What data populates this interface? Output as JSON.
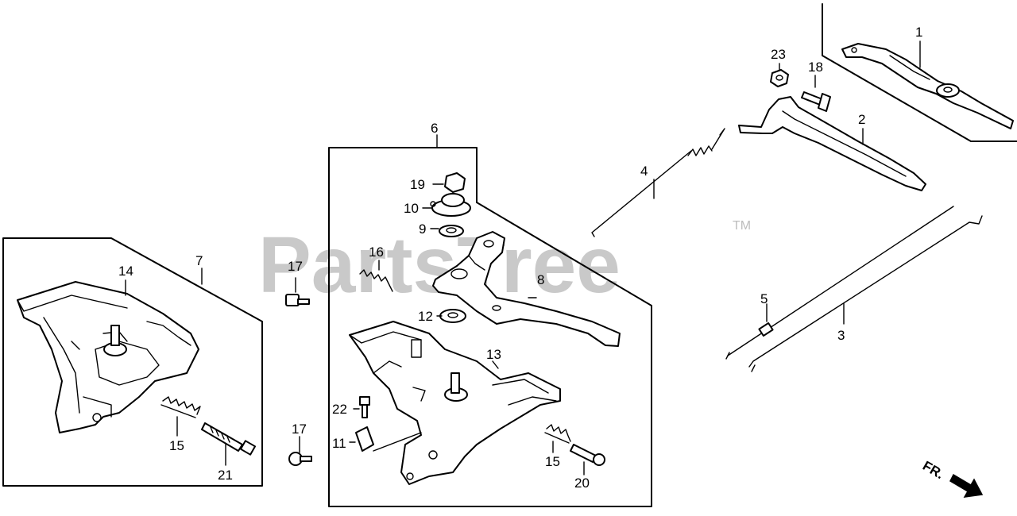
{
  "watermark": {
    "text": "PartsTree",
    "trademark": "TM"
  },
  "direction_marker": {
    "label": "FR.",
    "icon": "arrow-icon"
  },
  "callouts": {
    "c1": "1",
    "c2": "2",
    "c3": "3",
    "c4": "4",
    "c5": "5",
    "c6": "6",
    "c7": "7",
    "c8": "8",
    "c9": "9",
    "c10": "10",
    "c11": "11",
    "c12": "12",
    "c13": "13",
    "c14": "14",
    "c15a": "15",
    "c15b": "15",
    "c16": "16",
    "c17a": "17",
    "c17b": "17",
    "c18": "18",
    "c19": "19",
    "c20": "20",
    "c21": "21",
    "c22": "22",
    "c23": "23"
  }
}
